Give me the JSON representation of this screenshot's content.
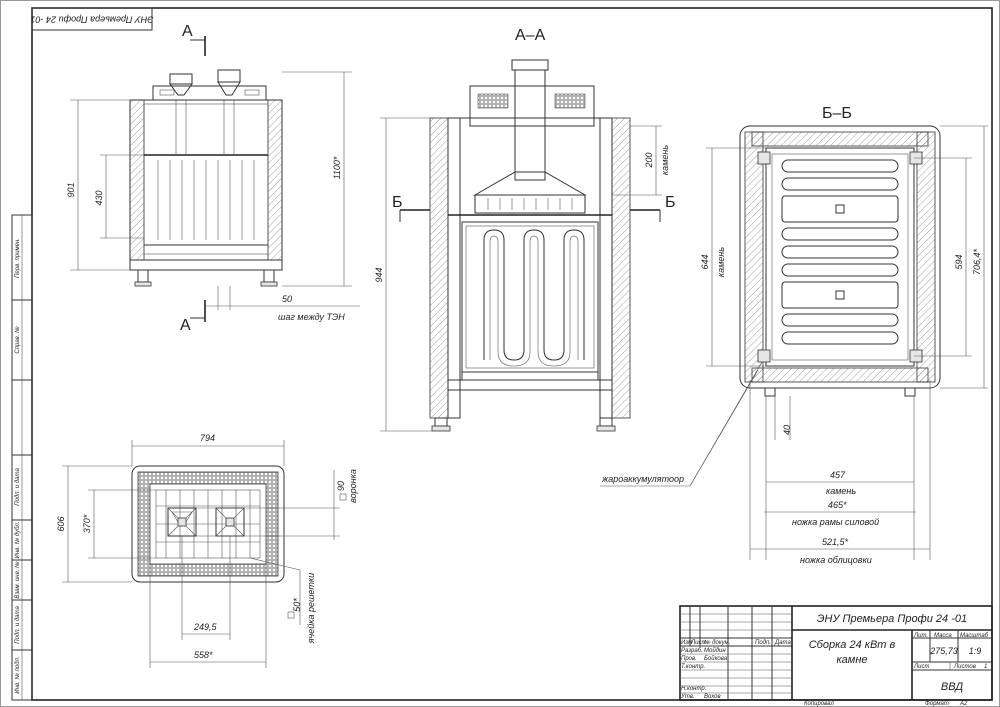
{
  "stamp_top": "ЭНУ Премьера Профи 24 -01",
  "section_labels": {
    "aa_title": "А–А",
    "bb_title": "Б–Б",
    "a_top": "А",
    "a_bottom": "А",
    "b_left": "Б",
    "b_right": "Б"
  },
  "front_view": {
    "dim_901": "901",
    "dim_430": "430",
    "dim_1100": "1100*",
    "dim_50": "50",
    "note_50": "шаг между ТЭН"
  },
  "section_aa": {
    "dim_944": "944",
    "dim_200": "200",
    "note_200": "камень"
  },
  "section_bb": {
    "dim_644": "644",
    "note_644": "камень",
    "dim_594": "594",
    "dim_7064": "706,4*",
    "dim_40": "40",
    "dim_457": "457",
    "note_457": "камень",
    "dim_465": "465*",
    "note_465": "ножка рамы силовой",
    "dim_5215": "521,5*",
    "note_5215": "ножка облицовки",
    "note_accumulator": "жароаккумулятоор"
  },
  "top_view": {
    "dim_794": "794",
    "dim_606": "606",
    "dim_370": "370*",
    "dim_90": "90",
    "note_90": "воронка",
    "dim_2495": "249,5",
    "dim_558": "558*",
    "dim_50": "50*",
    "note_50": "ячейка решетки"
  },
  "side_strip": [
    "Перв. примен.",
    "Справ. №",
    "Подп. и дата",
    "Инв. № дубл.",
    "Взам. инв. №",
    "Подп. и дата",
    "Инв. № подл."
  ],
  "title_block": {
    "designation": "ЭНУ Премьера Профи 24 -01",
    "name_line1": "Сборка 24 кВт в",
    "name_line2": "камне",
    "col_izm": "Изм",
    "col_list": "Лист",
    "col_doc": "№ докум.",
    "col_podp": "Подп.",
    "col_data": "Дата",
    "razrab_label": "Разраб.",
    "razrab_name": "Мойдин",
    "prov_label": "Пров.",
    "prov_name": "Бойкова",
    "tkontr_label": "Т.контр.",
    "nkontr_label": "Н.контр.",
    "utv_label": "Утв.",
    "utv_name": "Вохов",
    "lit_label": "Лит.",
    "mass_label": "Масса",
    "scale_label": "Масштаб",
    "mass_value": "275,73",
    "scale_value": "1:9",
    "sheet_label": "Лист",
    "sheets_label": "Листов",
    "sheets_value": "1",
    "org": "ВВД",
    "copied": "Копировал",
    "format": "Формат",
    "format_value": "A2"
  }
}
